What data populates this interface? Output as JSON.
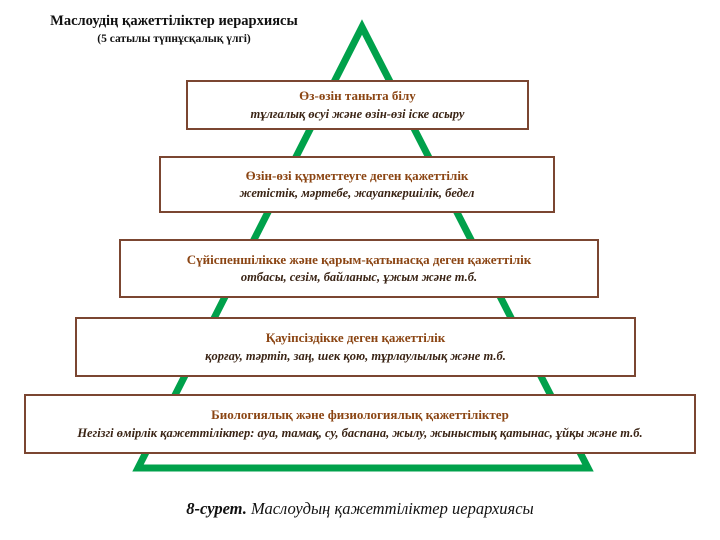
{
  "title": {
    "line1": "Маслоудің қажеттіліктер иерархиясы",
    "line2": "(5 сатылы түпнұсқалық үлгі)"
  },
  "pyramid": {
    "levels": [
      {
        "heading": "Өз-өзін таныта білу",
        "detail": "тұлғалық өсуі және өзін-өзі іске асыру"
      },
      {
        "heading": "Өзін-өзі құрметтеуге деген қажеттілік",
        "detail": "жетістік, мәртебе, жауапкершілік, бедел"
      },
      {
        "heading": "Сүйіспеншілікке және қарым-қатынасқа деген қажеттілік",
        "detail": "отбасы, сезім, байланыс, ұжым және т.б."
      },
      {
        "heading": "Қауіпсіздікке деген қажеттілік",
        "detail": "қорғау, тәртіп, заң, шек қою, тұрлаулылық және т.б."
      },
      {
        "heading": "Биологиялық және физиологиялық қажеттіліктер",
        "detail": "Негізгі өмірлік қажеттіліктер: ауа, тамақ, су, баспана, жылу, жыныстық қатынас, ұйқы және т.б."
      }
    ]
  },
  "caption": {
    "label": "8-сурет.",
    "text": " Маслоудың қажеттіліктер иерархиясы"
  },
  "colors": {
    "triangle": "#00A14B",
    "box_border": "#7b4631",
    "heading_text": "#8b4513",
    "detail_text": "#3a2415"
  }
}
